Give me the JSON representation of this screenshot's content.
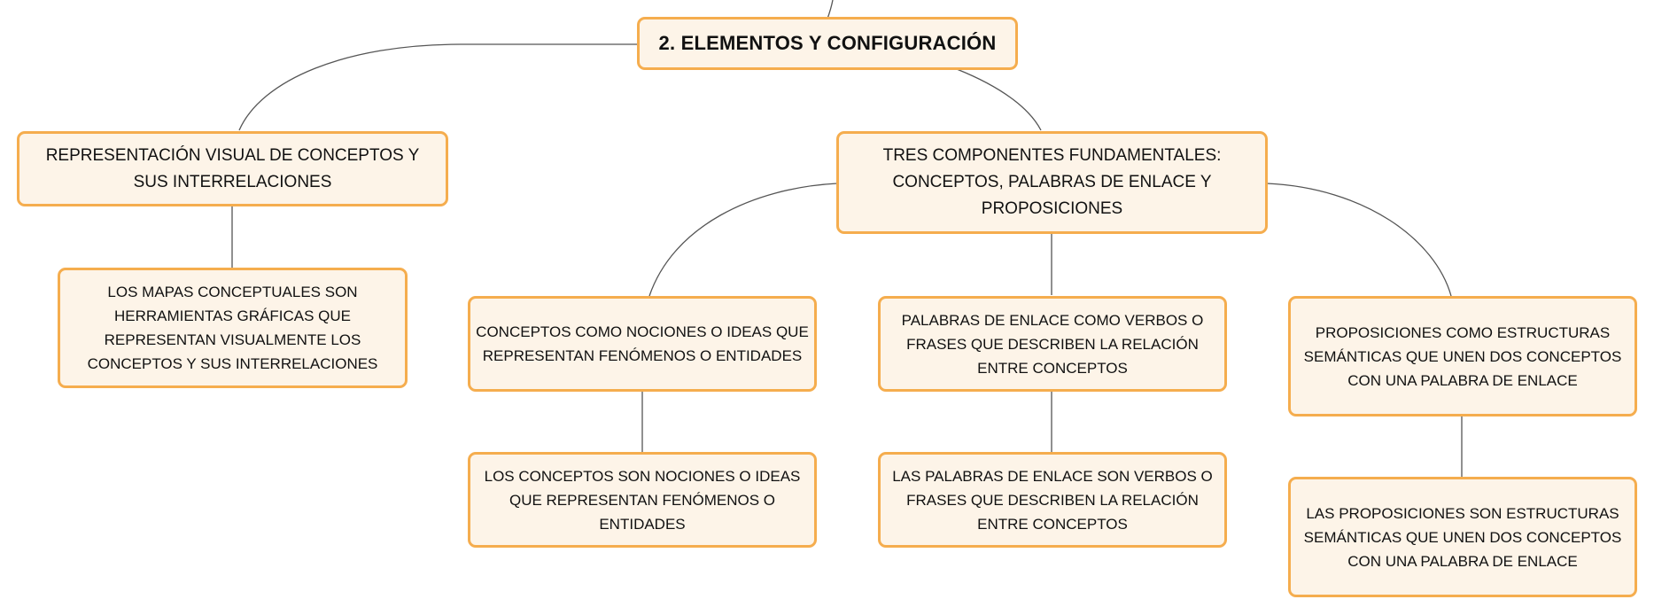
{
  "colors": {
    "node_fill": "#fdf4e8",
    "node_border": "#f5ad4e",
    "connector": "#555555",
    "text": "#111111"
  },
  "root": {
    "label": "2. ELEMENTOS Y CONFIGURACIÓN"
  },
  "branch_visual": {
    "label": "REPRESENTACIÓN VISUAL DE CONCEPTOS Y SUS INTERRELACIONES",
    "detail": "LOS MAPAS CONCEPTUALES SON HERRAMIENTAS GRÁFICAS QUE REPRESENTAN VISUALMENTE LOS CONCEPTOS Y SUS INTERRELACIONES"
  },
  "branch_components": {
    "label": "TRES COMPONENTES FUNDAMENTALES: CONCEPTOS, PALABRAS DE ENLACE Y PROPOSICIONES",
    "children": [
      {
        "label": "CONCEPTOS COMO NOCIONES O IDEAS QUE REPRESENTAN FENÓMENOS O ENTIDADES",
        "detail": "LOS CONCEPTOS SON NOCIONES O IDEAS QUE REPRESENTAN FENÓMENOS O ENTIDADES"
      },
      {
        "label": "PALABRAS DE ENLACE COMO VERBOS O FRASES QUE DESCRIBEN LA RELACIÓN ENTRE CONCEPTOS",
        "detail": "LAS PALABRAS DE ENLACE SON VERBOS O FRASES QUE DESCRIBEN LA RELACIÓN ENTRE CONCEPTOS"
      },
      {
        "label": "PROPOSICIONES COMO ESTRUCTURAS SEMÁNTICAS QUE UNEN DOS CONCEPTOS CON UNA PALABRA DE ENLACE",
        "detail": "LAS PROPOSICIONES SON ESTRUCTURAS SEMÁNTICAS QUE UNEN DOS CONCEPTOS CON UNA PALABRA DE ENLACE"
      }
    ]
  }
}
